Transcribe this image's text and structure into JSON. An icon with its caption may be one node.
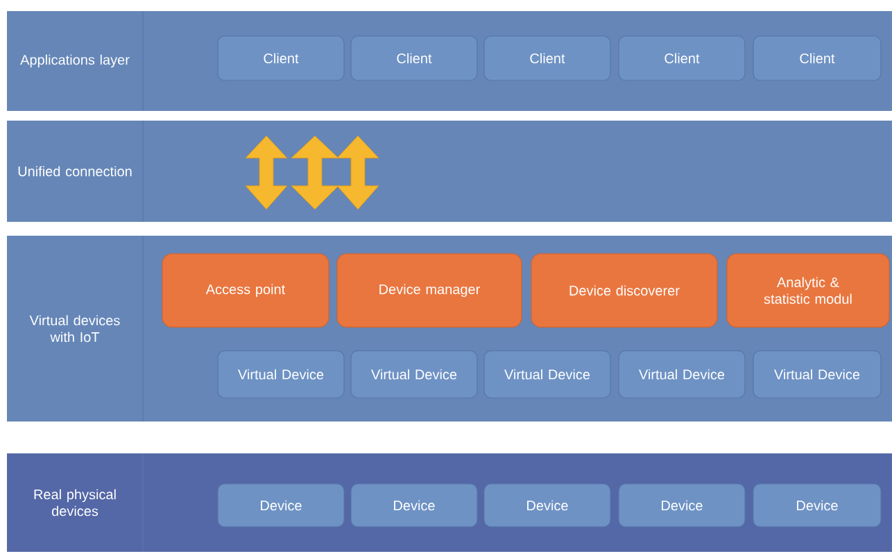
{
  "diagram": {
    "nodes": [
      {
        "text": [
          "Applications layer"
        ]
      },
      {
        "text": [
          "Client"
        ],
        "in": 0
      },
      {
        "text": [
          "Client"
        ],
        "in": 0
      },
      {
        "text": [
          "Client"
        ],
        "in": 0
      },
      {
        "text": [
          "Client"
        ],
        "in": 0
      },
      {
        "text": [
          "Client"
        ],
        "in": 0
      },
      {
        "text": [
          "Unified connection"
        ]
      },
      {
        "text": [
          "Virtual devices with IoT"
        ]
      },
      {
        "text": [
          "Access point"
        ],
        "in": 7
      },
      {
        "text": [
          "Device manager"
        ],
        "in": 7
      },
      {
        "text": [
          "Device discoverer"
        ],
        "in": 7
      },
      {
        "text": [
          "Analytic & statistic modul"
        ],
        "in": 7
      },
      {
        "text": [
          "Virtual Device"
        ],
        "in": 7
      },
      {
        "text": [
          "Virtual Device"
        ],
        "in": 7
      },
      {
        "text": [
          "Virtual Device"
        ],
        "in": 7
      },
      {
        "text": [
          "Virtual Device"
        ],
        "in": 7
      },
      {
        "text": [
          "Virtual Device"
        ],
        "in": 7
      },
      {
        "text": [
          "Real physical devices"
        ]
      },
      {
        "text": [
          "Device"
        ],
        "in": 17
      },
      {
        "text": [
          "Device"
        ],
        "in": 17
      },
      {
        "text": [
          "Device"
        ],
        "in": 17
      },
      {
        "text": [
          "Device"
        ],
        "in": 17
      },
      {
        "text": [
          "Device"
        ],
        "in": 17
      }
    ]
  }
}
